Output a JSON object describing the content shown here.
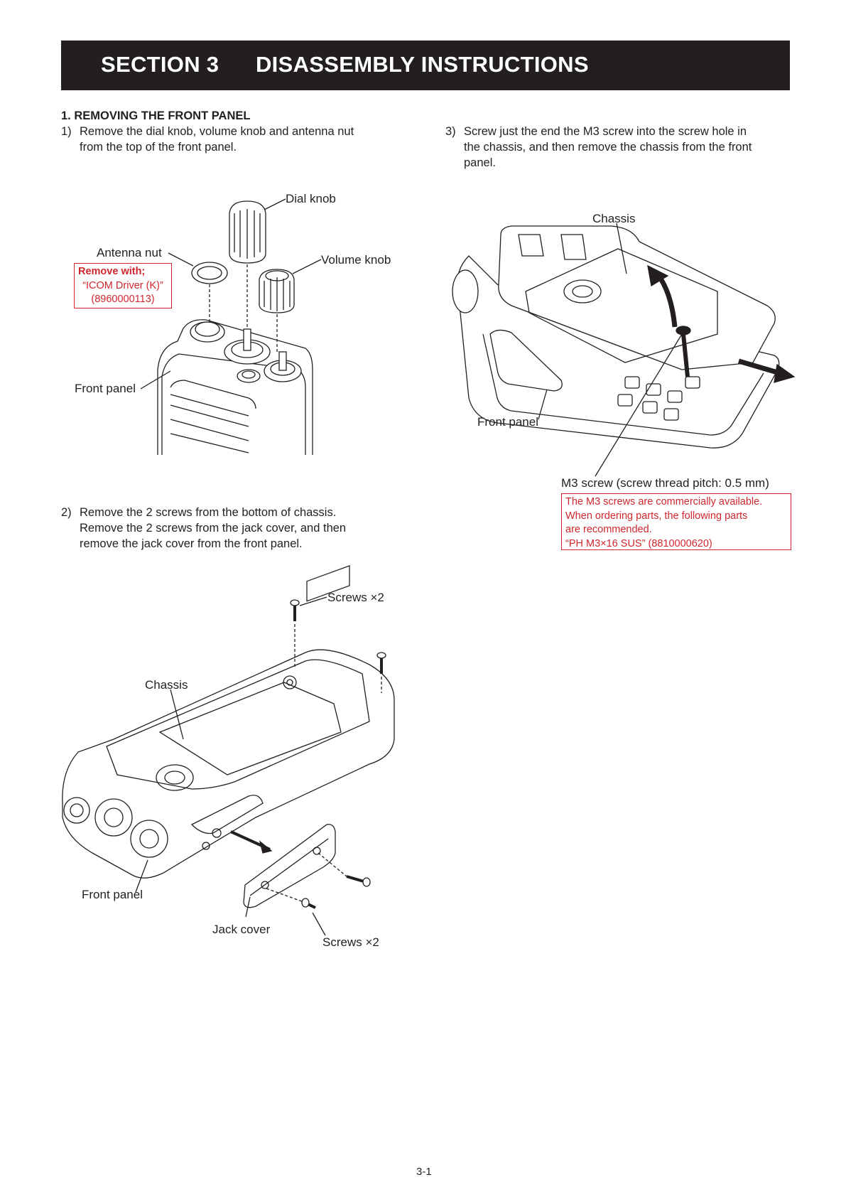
{
  "header": {
    "section": "SECTION 3",
    "title": "DISASSEMBLY INSTRUCTIONS"
  },
  "section1": {
    "heading": "1.  REMOVING THE FRONT PANEL",
    "step1": {
      "num": "1)",
      "lines": [
        "Remove the dial knob, volume knob and antenna nut",
        "from the top of the front panel."
      ]
    },
    "step2": {
      "num": "2)",
      "lines": [
        "Remove the 2 screws from the bottom of chassis.",
        "Remove the 2 screws from the jack cover, and then",
        "remove the jack cover from the front panel."
      ]
    },
    "step3": {
      "num": "3)",
      "lines": [
        "Screw just the end the M3 screw into the screw hole in",
        "the chassis, and then remove the chassis from the front",
        "panel."
      ]
    }
  },
  "figure1": {
    "labels": {
      "dial_knob": "Dial knob",
      "antenna_nut": "Antenna nut",
      "volume_knob": "Volume knob",
      "front_panel": "Front panel"
    },
    "note": {
      "title": "Remove with;",
      "line1": "“ICOM Driver (K)”",
      "line2": "(8960000113)"
    }
  },
  "figure2": {
    "labels": {
      "screws_top": "Screws ×2",
      "chassis": "Chassis",
      "front_panel": "Front panel",
      "jack_cover": "Jack cover",
      "screws_bottom": "Screws ×2"
    }
  },
  "figure3": {
    "labels": {
      "chassis": "Chassis",
      "front_panel": "Front panel",
      "m3_screw": "M3 screw (screw thread pitch: 0.5 mm)"
    },
    "note": {
      "line1": "The M3 screws are commercially available.",
      "line2": "When ordering parts, the following parts",
      "line3": "are recommended.",
      "line4": "“PH M3×16 SUS” (8810000620)"
    }
  },
  "page_number": "3-1"
}
